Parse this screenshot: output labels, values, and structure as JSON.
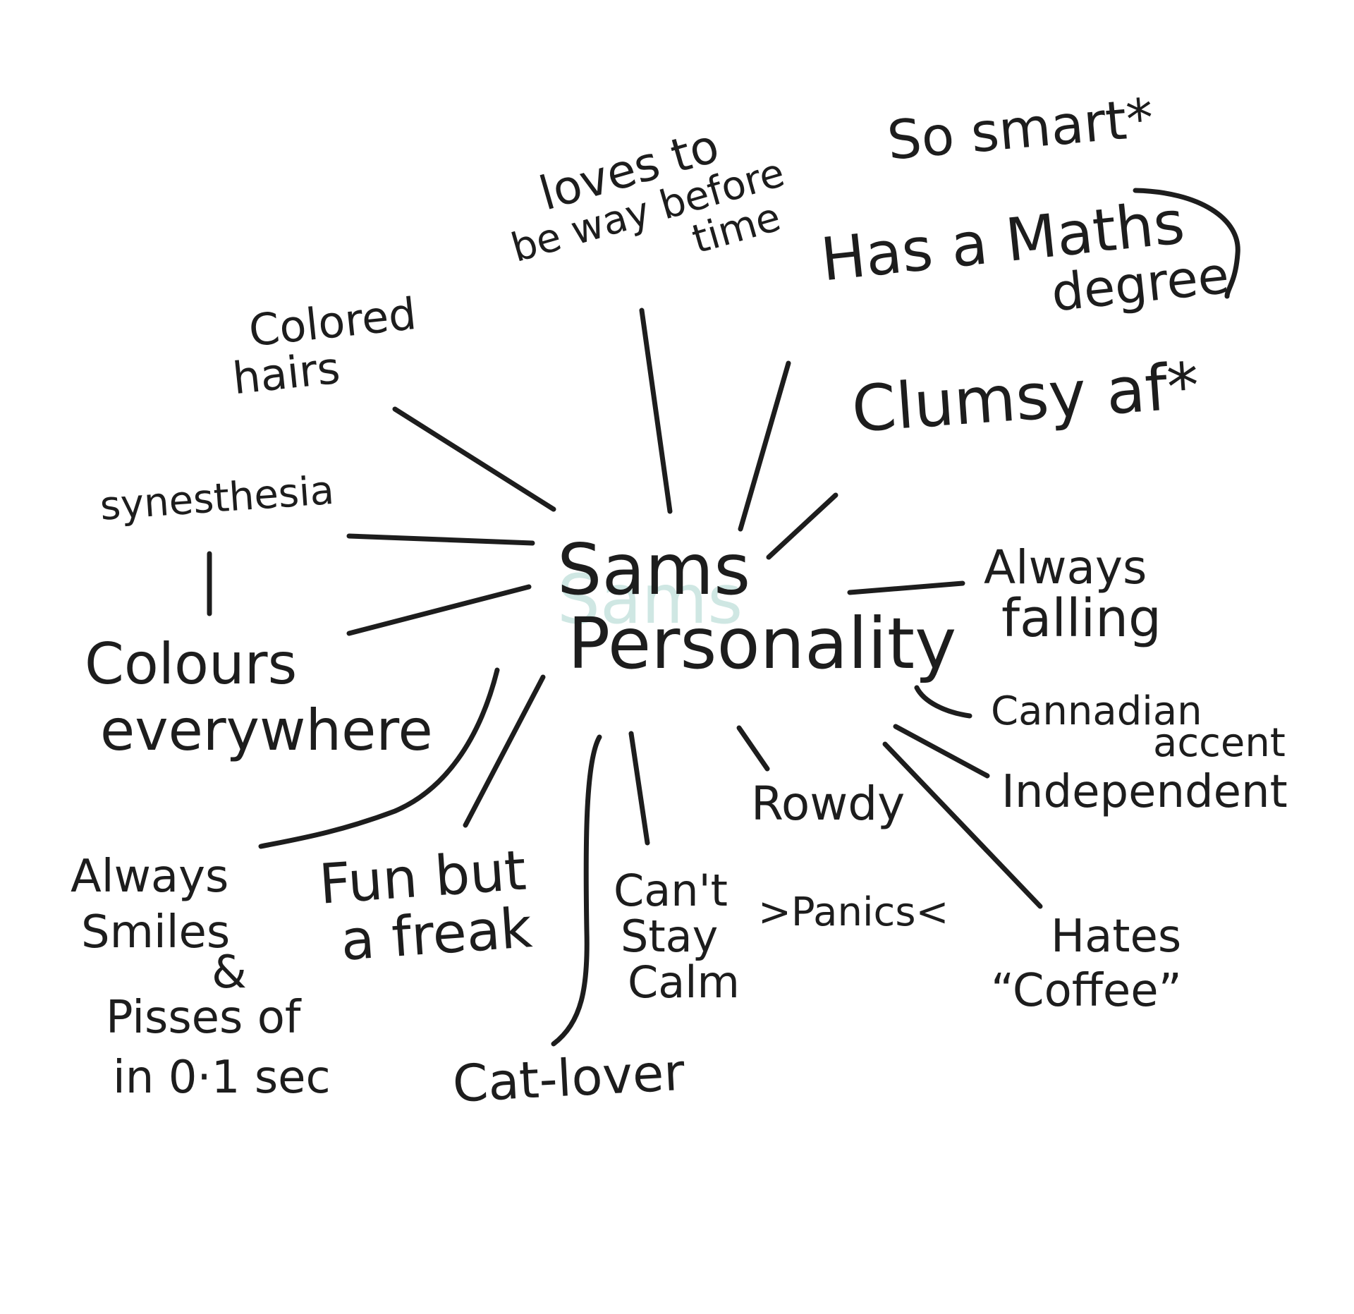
{
  "center": {
    "line1": "Sams",
    "line2": "Personality",
    "shadow_color": "#cfe7e3"
  },
  "ink_color": "#1d1d1d",
  "traits": {
    "so_smart": "So smart*",
    "maths": {
      "line1": "Has a Maths",
      "line2": "degree"
    },
    "loves_time": {
      "line1": "loves to",
      "line2": "be way before",
      "line3": "time"
    },
    "colored_hairs": {
      "line1": "Colored",
      "line2": "hairs"
    },
    "clumsy": "Clumsy af*",
    "synesthesia": "synesthesia",
    "colours": {
      "line1": "Colours",
      "line2": "everywhere"
    },
    "always_falling": {
      "line1": "Always",
      "line2": "falling"
    },
    "accent": {
      "line1": "Cannadian",
      "line2": "accent"
    },
    "independent": "Independent",
    "rowdy": "Rowdy",
    "smiles": {
      "line1": "Always",
      "line2": "Smiles",
      "line3": "&",
      "line4": "Pisses of",
      "line5": "in 0·1 sec"
    },
    "fun": {
      "line1": "Fun but",
      "line2": "a freak"
    },
    "calm": {
      "line1": "Can't",
      "line2": "Stay",
      "line3": "Calm"
    },
    "panics": ">Panics<",
    "coffee": {
      "line1": "Hates",
      "line2": "“Coffee”"
    },
    "cat": "Cat-lover"
  }
}
